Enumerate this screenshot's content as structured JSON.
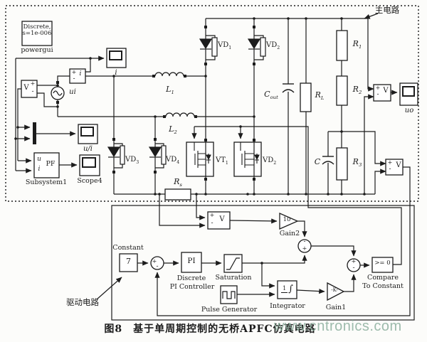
{
  "figure": {
    "caption": "图8　基于单周期控制的无桥APFC仿真电路",
    "watermark": "www.cntronics.com"
  },
  "annotations": {
    "main_circuit": "主电路",
    "drive_circuit": "驱动电路"
  },
  "powergui": {
    "line1": "Discrete,",
    "line2": "s=1e-006",
    "label": "powergui"
  },
  "source": {
    "label": "ui"
  },
  "scopes": {
    "i": "i",
    "ui": "u/i",
    "scope4": "Scope4",
    "uo": "uo"
  },
  "subsystem": {
    "label": "Subsystem1",
    "in1": "u",
    "in2": "i",
    "out": "PF"
  },
  "meters": {
    "plus": "+",
    "minus": "-",
    "v": "V",
    "i": "i"
  },
  "components": {
    "vd1": {
      "main": "VD",
      "sub": "1"
    },
    "vd2": {
      "main": "VD",
      "sub": "2"
    },
    "vd3": {
      "main": "VD",
      "sub": "3"
    },
    "vd4": {
      "main": "VD",
      "sub": "4"
    },
    "vt1": {
      "main": "VT",
      "sub": "1"
    },
    "vt2": {
      "main": "VD",
      "sub": "2"
    },
    "l1": {
      "main": "L",
      "sub": "1"
    },
    "l2": {
      "main": "L",
      "sub": "2"
    },
    "rs": {
      "main": "R",
      "sub": "s"
    },
    "r1": {
      "main": "R",
      "sub": "1"
    },
    "r2": {
      "main": "R",
      "sub": "2"
    },
    "r3": {
      "main": "R",
      "sub": "3"
    },
    "rl": {
      "main": "R",
      "sub": "L"
    },
    "cout": {
      "main": "C",
      "sub": "out"
    },
    "c": {
      "main": "C",
      "sub": ""
    }
  },
  "control": {
    "constant_label": "Constant",
    "constant_value": "7",
    "pi_value": "PI",
    "pi_label1": "Discrete",
    "pi_label2": "PI Controller",
    "saturation_label": "Saturation",
    "pulse_label": "Pulse Generator",
    "integrator_label": "Integrator",
    "integrator_num": "1",
    "integrator_sign": "∫",
    "gain1_label": "Gain1",
    "gain1_value": "-K-",
    "gain2_label": "Gain2",
    "gain2_value": "10",
    "compare_value": ">= 0",
    "compare_label1": "Compare",
    "compare_label2": "To Constant",
    "sum_plus": "+",
    "sum_minus": "-"
  }
}
